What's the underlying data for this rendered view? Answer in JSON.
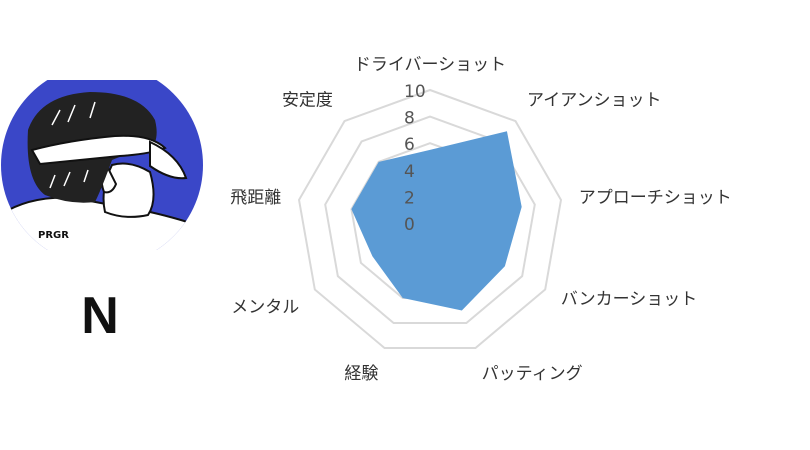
{
  "player": {
    "name": "N",
    "cap_text": "PRGR",
    "avatar_bg": "#3a47c8"
  },
  "chart_data": {
    "type": "radar",
    "categories": [
      "ドライバーショット",
      "アイアンショット",
      "アプローチショット",
      "バンカーショット",
      "パッティング",
      "経験",
      "メンタル",
      "飛距離",
      "安定度"
    ],
    "values": [
      5.5,
      9,
      7,
      6.5,
      7,
      6,
      5,
      6,
      6
    ],
    "ticks": [
      "0",
      "2",
      "4",
      "6",
      "8",
      "10"
    ],
    "range": [
      0,
      10
    ],
    "grid": true,
    "fill_color": "#5b9bd5",
    "grid_color": "#d9d9d9"
  }
}
